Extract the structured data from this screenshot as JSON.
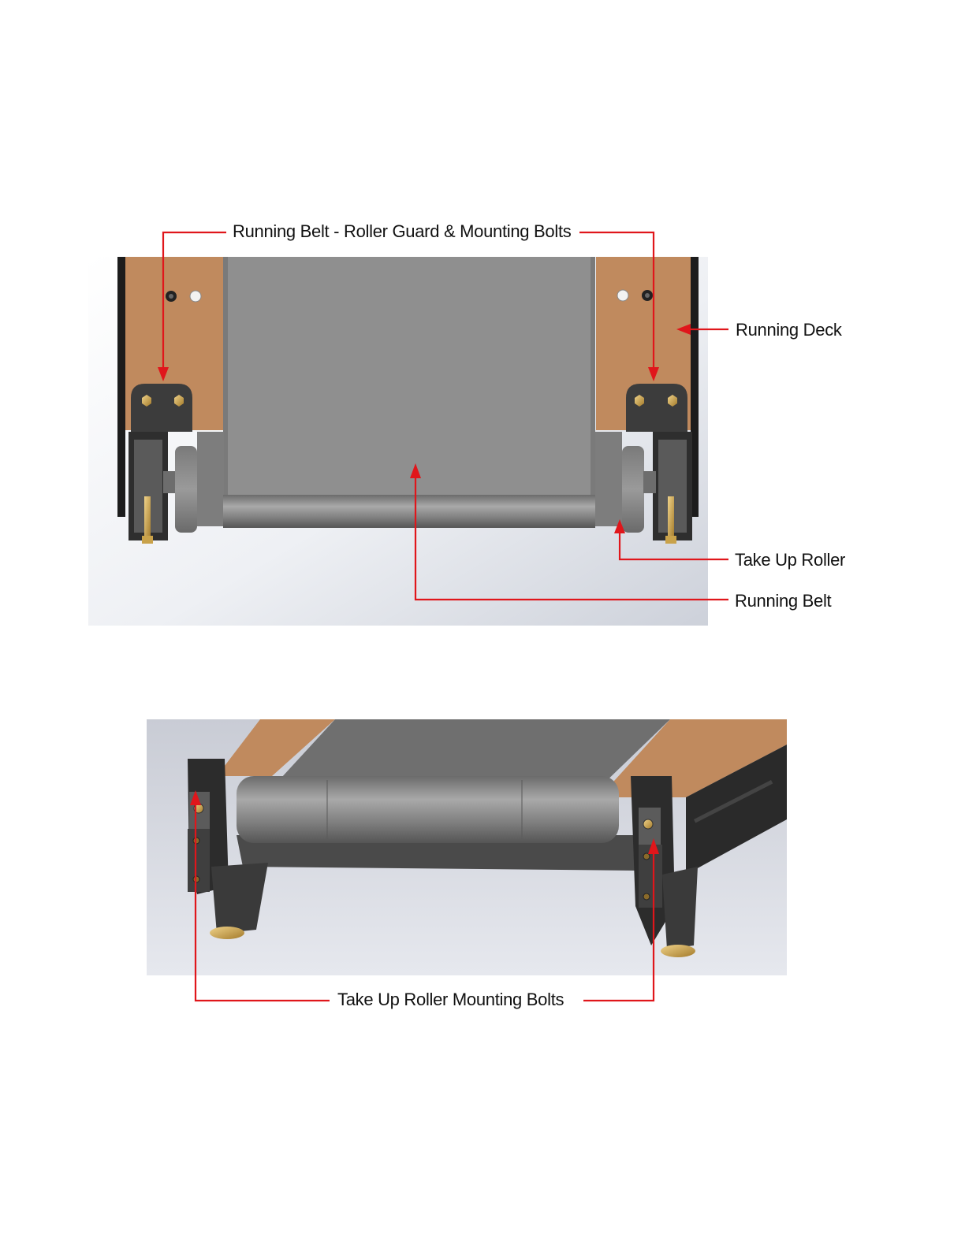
{
  "top_figure": {
    "labels": {
      "guard_bolts": "Running Belt - Roller Guard & Mounting Bolts",
      "running_deck": "Running Deck",
      "take_up_roller": "Take Up Roller",
      "running_belt": "Running Belt"
    }
  },
  "bottom_figure": {
    "labels": {
      "mounting_bolts": "Take Up Roller Mounting Bolts"
    }
  },
  "colors": {
    "callout": "#e0161b",
    "deck": "#c08a5e",
    "belt": "#8f8f8f",
    "frame": "#3a3a3a",
    "background": "#d8dbe2"
  }
}
